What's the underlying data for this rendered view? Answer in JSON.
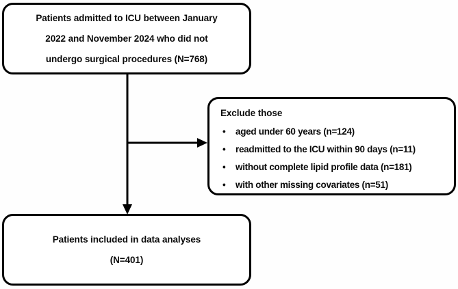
{
  "figure": {
    "type": "flowchart",
    "kind": "patient-selection-consort",
    "background_color": "#fefefe",
    "line_color": "#000000",
    "text_color": "#0b0b0b"
  },
  "enrolled_box": {
    "lines": [
      "Patients admitted to ICU between January",
      "2022 and November 2024 who did not",
      "undergo surgical procedures (N=768)"
    ],
    "total_n": "768"
  },
  "excluded_box": {
    "heading": "Exclude those",
    "bullet_glyph": "•",
    "items": [
      {
        "text": "aged under 60 years (n=124)",
        "n": "124"
      },
      {
        "text": "readmitted to the ICU within 90 days (n=11)",
        "n": "11"
      },
      {
        "text": "without complete lipid profile data (n=181)",
        "n": "181"
      },
      {
        "text": "with other missing covariates (n=51)",
        "n": "51"
      }
    ]
  },
  "included_box": {
    "lines": [
      "Patients included in data analyses",
      "(N=401)"
    ],
    "total_n": "401"
  }
}
